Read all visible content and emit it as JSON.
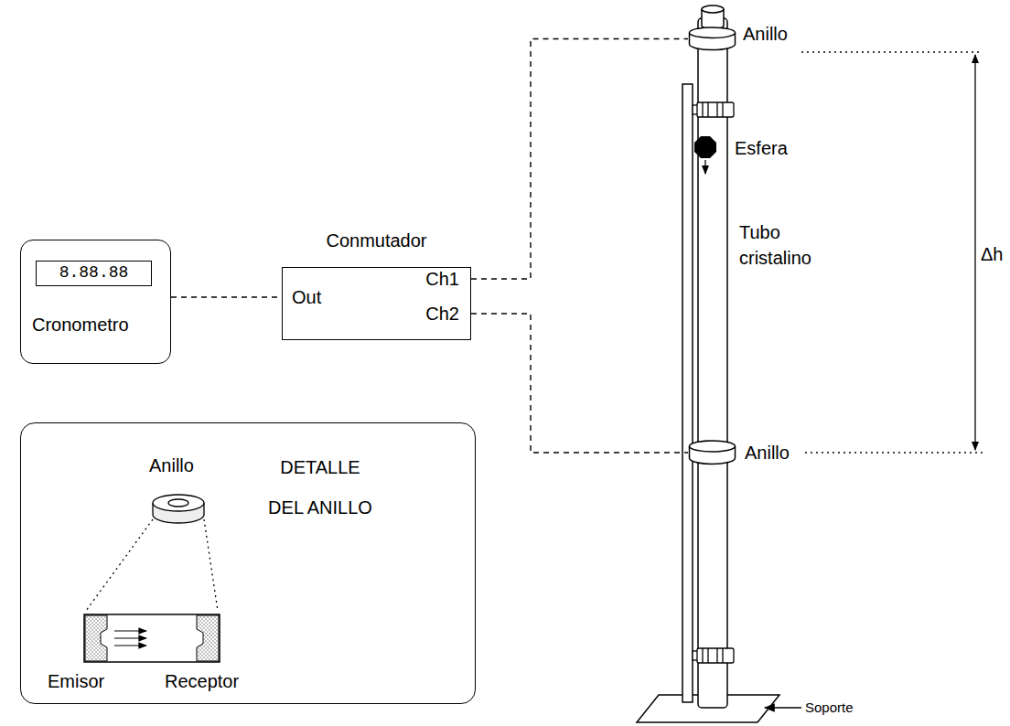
{
  "diagram": {
    "nodes": [
      {
        "text": [
          "8.88.88",
          "Cronometro"
        ]
      },
      {
        "text": [
          "Conmutador",
          "Out",
          "Ch1",
          "Ch2"
        ]
      },
      {
        "text": [
          "Anillo"
        ]
      },
      {
        "text": [
          "Anillo"
        ]
      },
      {
        "text": [
          "DETALLE DEL ANILLO"
        ]
      }
    ],
    "edges": [
      {
        "from": 0,
        "to": 1,
        "arrow": "none"
      },
      {
        "from": 1,
        "to": 2,
        "arrow": "none"
      },
      {
        "from": 1,
        "to": 3,
        "arrow": "none"
      }
    ],
    "labels": [
      "Esfera",
      "Tubo cristalino",
      "Δh",
      "Soporte",
      "Anillo",
      "Emisor",
      "Receptor"
    ]
  }
}
